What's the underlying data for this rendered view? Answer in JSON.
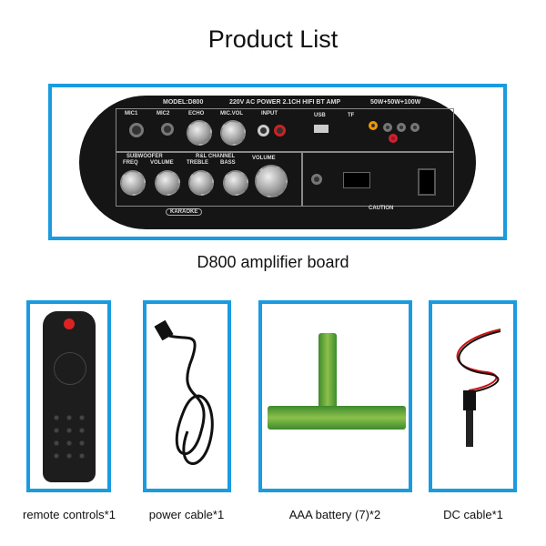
{
  "title": "Product List",
  "main_item": {
    "caption": "D800 amplifier board",
    "panel_text": {
      "model": "MODEL:D800",
      "spec": "220V AC POWER 2.1CH HIFI BT AMP",
      "power": "50W+50W+100W",
      "labels": [
        "MIC1",
        "MIC2",
        "ECHO",
        "MIC.VOL",
        "INPUT",
        "USB",
        "TF",
        "SUBWOOFER",
        "FREQ",
        "VOLUME",
        "R&L CHANNEL",
        "TREBLE",
        "BASS",
        "VOLUME",
        "CAUTION",
        "KARAOKE"
      ]
    }
  },
  "accessories": [
    {
      "caption": "remote controls*1"
    },
    {
      "caption": "power cable*1"
    },
    {
      "caption": "AAA battery (7)*2"
    },
    {
      "caption": "DC cable*1"
    }
  ],
  "colors": {
    "frame": "#1a9be0"
  }
}
